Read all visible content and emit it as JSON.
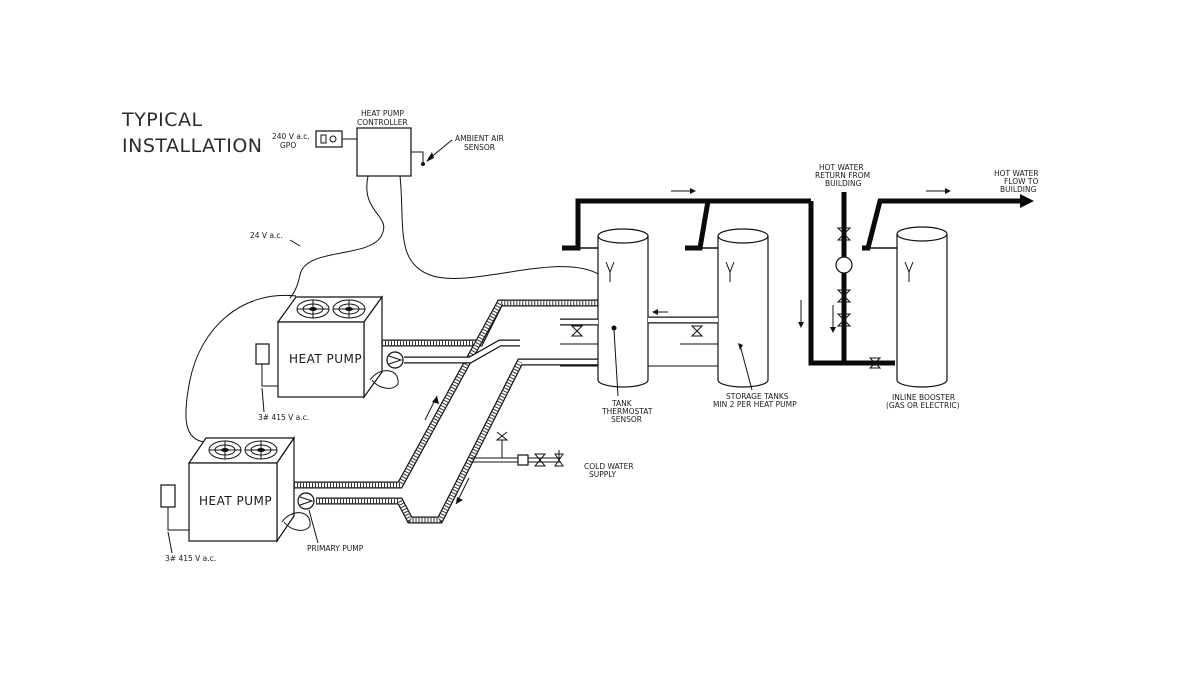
{
  "title": {
    "line1": "TYPICAL",
    "line2": "INSTALLATION"
  },
  "labels": {
    "gpo_line1": "240 V a.c.",
    "gpo_line2": "GPO",
    "controller_line1": "HEAT PUMP",
    "controller_line2": "CONTROLLER",
    "ambient_line1": "AMBIENT AIR",
    "ambient_line2": "SENSOR",
    "control_voltage": "24 V a.c.",
    "heat_pump": "HEAT PUMP",
    "power_supply": "3# 415 V a.c.",
    "primary_pump": "PRIMARY PUMP",
    "tank_sensor_line1": "TANK",
    "tank_sensor_line2": "THERMOSTAT",
    "tank_sensor_line3": "SENSOR",
    "storage_line1": "STORAGE TANKS",
    "storage_line2": "MIN 2 PER HEAT PUMP",
    "cold_line1": "COLD WATER",
    "cold_line2": "SUPPLY",
    "return_line1": "HOT WATER",
    "return_line2": "RETURN FROM",
    "return_line3": "BUILDING",
    "flow_line1": "HOT WATER",
    "flow_line2": "FLOW TO",
    "flow_line3": "BUILDING",
    "booster_line1": "INLINE BOOSTER",
    "booster_line2": "(GAS OR ELECTRIC)"
  }
}
